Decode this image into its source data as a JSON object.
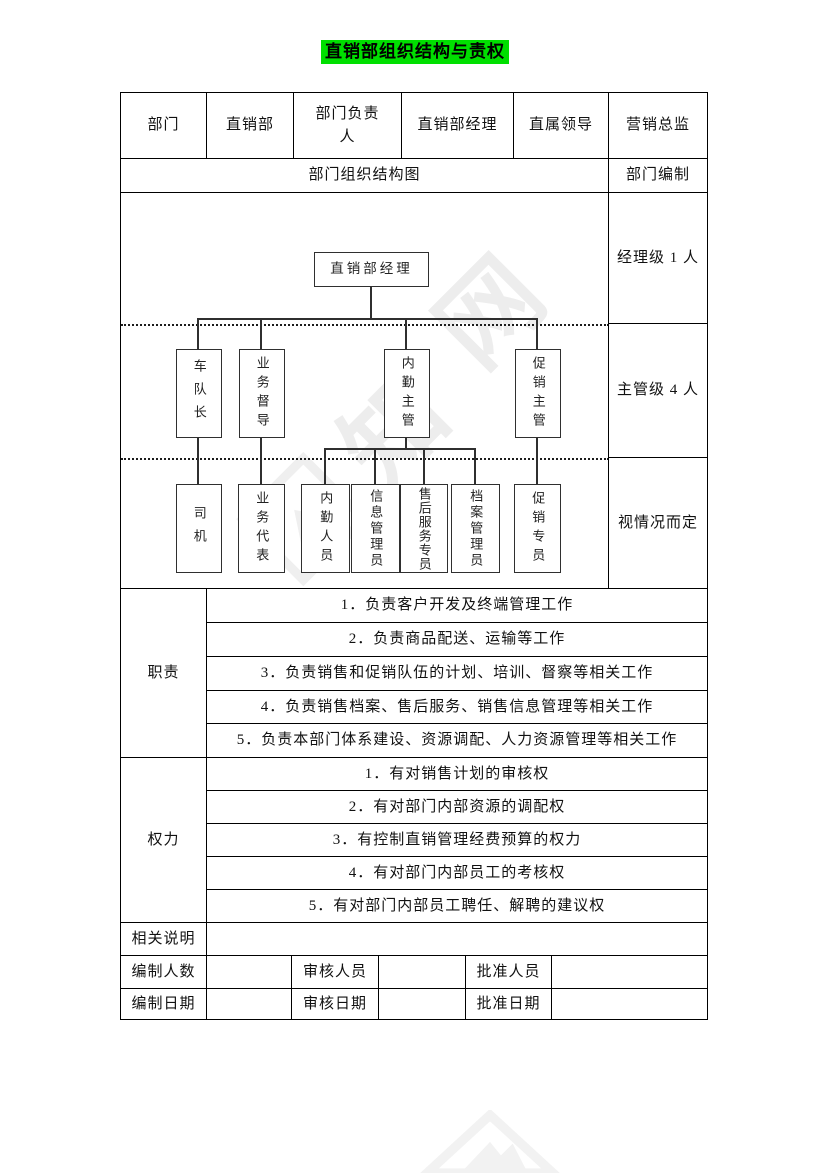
{
  "title": "直销部组织结构与责权",
  "colors": {
    "title_highlight": "#00df00",
    "table_border": "#000000",
    "chart_line": "#2f2f2f"
  },
  "header_row": [
    "部门",
    "直销部",
    "部门负责人",
    "直销部经理",
    "直属领导",
    "营销总监"
  ],
  "section_row": {
    "chart_title": "部门组织结构图",
    "staffing_label": "部门编制"
  },
  "staffing": [
    "经理级 1 人",
    "主管级 4 人",
    "视情况而定"
  ],
  "org_chart": {
    "root": "直销部经理",
    "level2": [
      "车队长",
      "业务督导",
      "内勤主管",
      "促销主管"
    ],
    "level3": [
      "司机",
      "业务代表",
      "内勤人员",
      "信息管理员",
      "售后服务专员",
      "档案管理员",
      "促销专员"
    ]
  },
  "duties": {
    "label": "职责",
    "items": [
      "1．负责客户开发及终端管理工作",
      "2．负责商品配送、运输等工作",
      "3．负责销售和促销队伍的计划、培训、督察等相关工作",
      "4．负责销售档案、售后服务、销售信息管理等相关工作",
      "5．负责本部门体系建设、资源调配、人力资源管理等相关工作"
    ]
  },
  "powers": {
    "label": "权力",
    "items": [
      "1．有对销售计划的审核权",
      "2．有对部门内部资源的调配权",
      "3．有控制直销管理经费预算的权力",
      "4．有对部门内部员工的考核权",
      "5．有对部门内部员工聘任、解聘的建议权"
    ]
  },
  "notes": {
    "label": "相关说明",
    "value": ""
  },
  "footer_rows": [
    {
      "cells": [
        "编制人数",
        "",
        "审核人员",
        "",
        "批准人员",
        ""
      ]
    },
    {
      "cells": [
        "编制日期",
        "",
        "审核日期",
        "",
        "批准日期",
        ""
      ]
    }
  ],
  "watermark": {
    "char1": "知",
    "char2": "网"
  }
}
